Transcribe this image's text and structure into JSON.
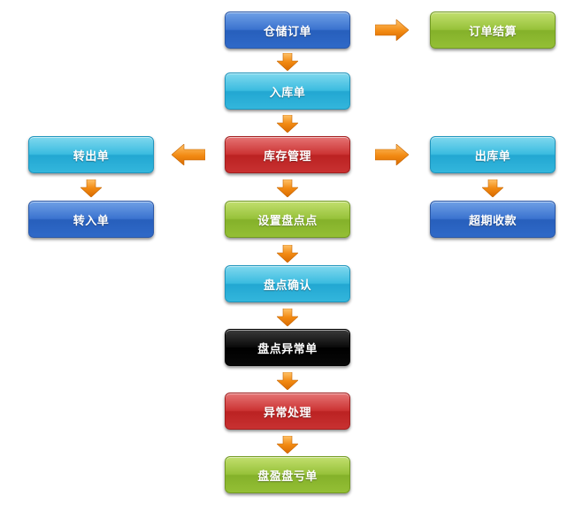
{
  "nodes": {
    "warehouse_order": "仓储订单",
    "order_settlement": "订单结算",
    "inbound": "入库单",
    "inventory_mgmt": "库存管理",
    "transfer_out": "转出单",
    "transfer_in": "转入单",
    "outbound": "出库单",
    "overdue_collection": "超期收款",
    "set_stocktake": "设置盘点点",
    "stocktake_confirm": "盘点确认",
    "stocktake_exception": "盘点异常单",
    "exception_handling": "异常处理",
    "profit_loss": "盘盈盘亏单"
  },
  "colors": {
    "blue": "#3b73cf",
    "cyan": "#3bbce0",
    "red": "#cc3434",
    "green": "#97c23a",
    "black": "#000000",
    "arrow": "#f28a12"
  }
}
